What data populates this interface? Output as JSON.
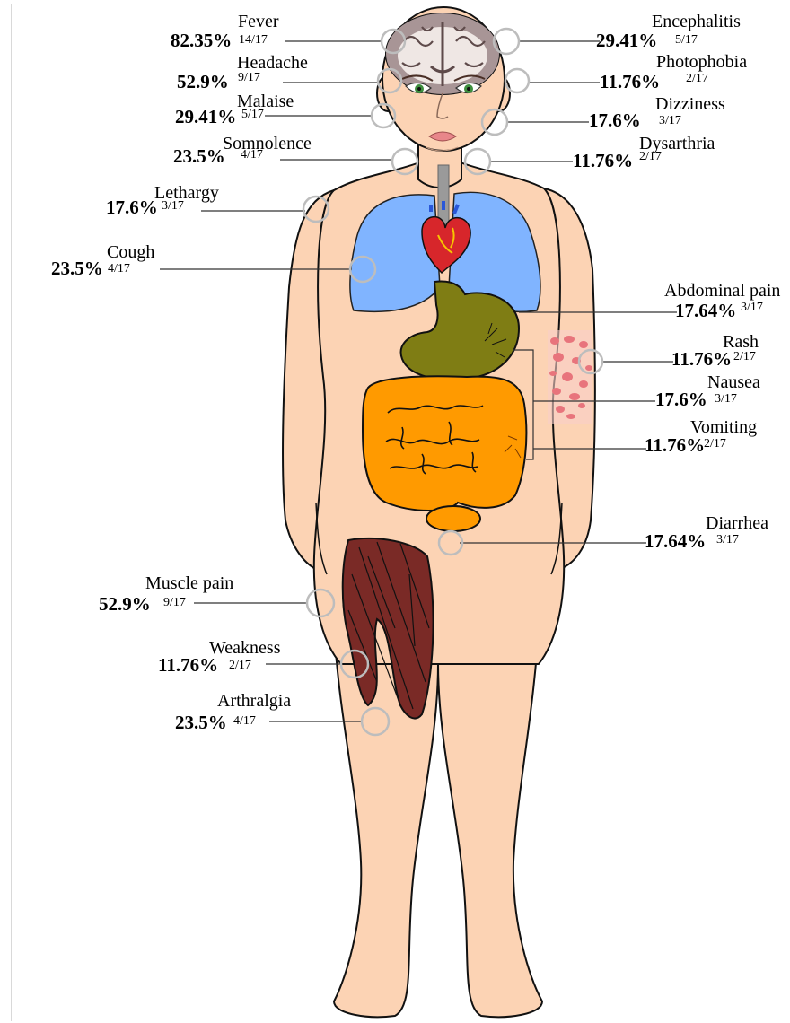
{
  "colors": {
    "skin": "#fcd3b4",
    "outline": "#111111",
    "lungs": "#80b4ff",
    "heart": "#d7262b",
    "stomach": "#7f7d14",
    "intestine": "#ff9a00",
    "muscle": "#7a2a26",
    "rash": "#e8747c",
    "brain": "#a89596",
    "leader_line": "#333333",
    "marker_circle": "#bdbdbd"
  },
  "symptoms": [
    {
      "name": "Fever",
      "pct": "82.35%",
      "frac": "14/17"
    },
    {
      "name": "Headache",
      "pct": "52.9%",
      "frac": "9/17"
    },
    {
      "name": "Malaise",
      "pct": "29.41%",
      "frac": "5/17"
    },
    {
      "name": "Somnolence",
      "pct": "23.5%",
      "frac": "4/17"
    },
    {
      "name": "Lethargy",
      "pct": "17.6%",
      "frac": "3/17"
    },
    {
      "name": "Cough",
      "pct": "23.5%",
      "frac": "4/17"
    },
    {
      "name": "Muscle pain",
      "pct": "52.9%",
      "frac": "9/17"
    },
    {
      "name": "Weakness",
      "pct": "11.76%",
      "frac": "2/17"
    },
    {
      "name": "Arthralgia",
      "pct": "23.5%",
      "frac": "4/17"
    },
    {
      "name": "Encephalitis",
      "pct": "29.41%",
      "frac": "5/17"
    },
    {
      "name": "Photophobia",
      "pct": "11.76%",
      "frac": "2/17"
    },
    {
      "name": "Dizziness",
      "pct": "17.6%",
      "frac": "3/17"
    },
    {
      "name": "Dysarthria",
      "pct": "11.76%",
      "frac": "2/17"
    },
    {
      "name": "Abdominal pain",
      "pct": "17.64%",
      "frac": "3/17"
    },
    {
      "name": "Rash",
      "pct": "11.76%",
      "frac": "2/17"
    },
    {
      "name": "Nausea",
      "pct": "17.6%",
      "frac": "3/17"
    },
    {
      "name": "Vomiting",
      "pct": "11.76%",
      "frac": "2/17"
    },
    {
      "name": "Diarrhea",
      "pct": "17.64%",
      "frac": "3/17"
    }
  ]
}
